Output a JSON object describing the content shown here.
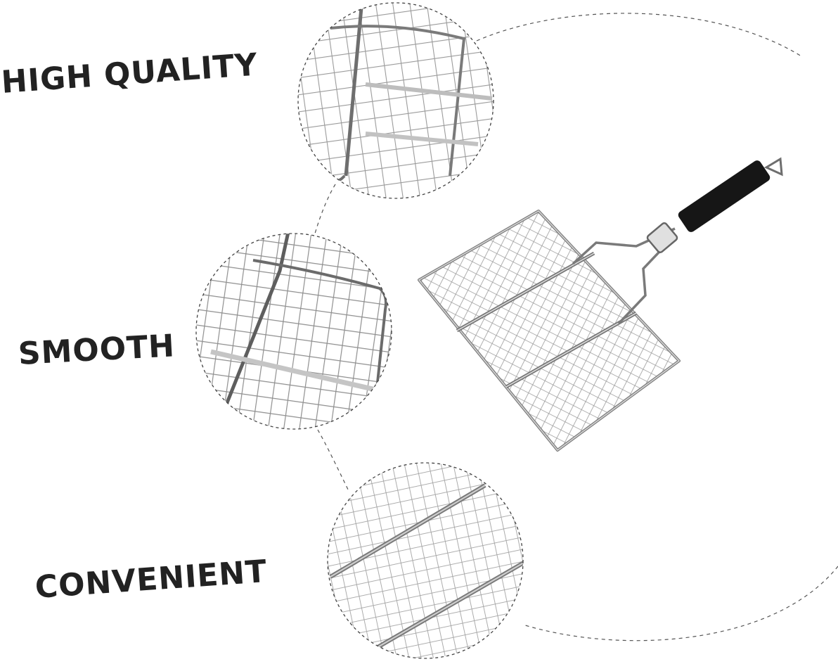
{
  "features": [
    {
      "label": "HIGH QUALITY",
      "icon": "grill-mesh-detail-corner"
    },
    {
      "label": "SMOOTH",
      "icon": "grill-mesh-detail-edge"
    },
    {
      "label": "CONVENIENT",
      "icon": "grill-mesh-detail-grid"
    }
  ],
  "product": {
    "icon": "grill-basket-with-handle"
  },
  "colors": {
    "text": "#222222",
    "wire": "#8a8a8a",
    "wire_light": "#c9c9c9",
    "handle": "#161616",
    "dashed_line": "#555555"
  }
}
